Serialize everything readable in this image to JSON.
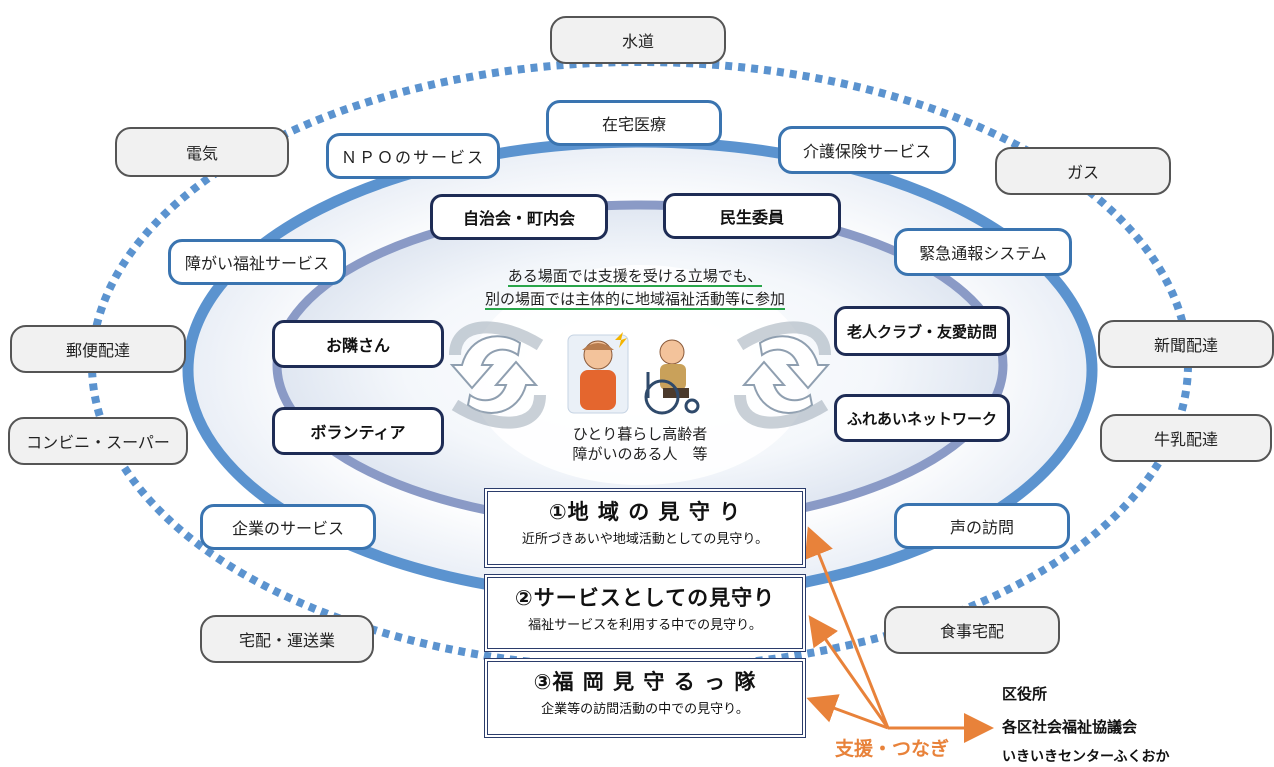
{
  "outer_ring_items": [
    {
      "id": "water",
      "label": "水道"
    },
    {
      "id": "electricity",
      "label": "電気"
    },
    {
      "id": "gas",
      "label": "ガス"
    },
    {
      "id": "post",
      "label": "郵便配達"
    },
    {
      "id": "newspaper",
      "label": "新聞配達"
    },
    {
      "id": "convenience",
      "label": "コンビニ・スーパー"
    },
    {
      "id": "milk",
      "label": "牛乳配達"
    },
    {
      "id": "courier",
      "label": "宅配・運送業"
    },
    {
      "id": "meal",
      "label": "食事宅配"
    }
  ],
  "middle_ring_items": [
    {
      "id": "home-care",
      "label": "在宅医療"
    },
    {
      "id": "npo",
      "label": "ＮＰＯのサービス"
    },
    {
      "id": "care-insurance",
      "label": "介護保険サービス"
    },
    {
      "id": "disability",
      "label": "障がい福祉サービス"
    },
    {
      "id": "emergency",
      "label": "緊急通報システム"
    },
    {
      "id": "company",
      "label": "企業のサービス"
    },
    {
      "id": "voice-visit",
      "label": "声の訪問"
    }
  ],
  "inner_ring_items": [
    {
      "id": "neighborhood-assoc",
      "label": "自治会・町内会"
    },
    {
      "id": "welfare-commissioner",
      "label": "民生委員"
    },
    {
      "id": "neighbor",
      "label": "お隣さん"
    },
    {
      "id": "elderly-club",
      "label": "老人クラブ・友愛訪問"
    },
    {
      "id": "volunteer",
      "label": "ボランティア"
    },
    {
      "id": "fureai",
      "label": "ふれあいネットワーク"
    }
  ],
  "center": {
    "message_line1": "ある場面では支援を受ける立場でも、",
    "message_line2": "別の場面では主体的に地域福祉活動等に参加",
    "people_line1": "ひとり暮らし高齢者",
    "people_line2": "障がいのある人　等"
  },
  "mimamori": [
    {
      "title": "①地 域 の 見 守 り",
      "sub": "近所づきあいや地域活動としての見守り。"
    },
    {
      "title": "②サービスとしての見守り",
      "sub": "福祉サービスを利用する中での見守り。"
    },
    {
      "title": "③福 岡 見 守 る っ 隊",
      "sub": "企業等の訪問活動の中での見守り。"
    }
  ],
  "support_label": "支援・つなぎ",
  "organizations": [
    "区役所",
    "各区社会福祉協議会",
    "いきいきセンターふくおか"
  ],
  "colors": {
    "outer_dots": "#5b93cf",
    "middle_ring": "#5b93cf",
    "inner_ring": "#8a9ac6",
    "arrow": "#e8823a",
    "underline": "#2aa54a",
    "navy_border": "#1e2c55"
  }
}
